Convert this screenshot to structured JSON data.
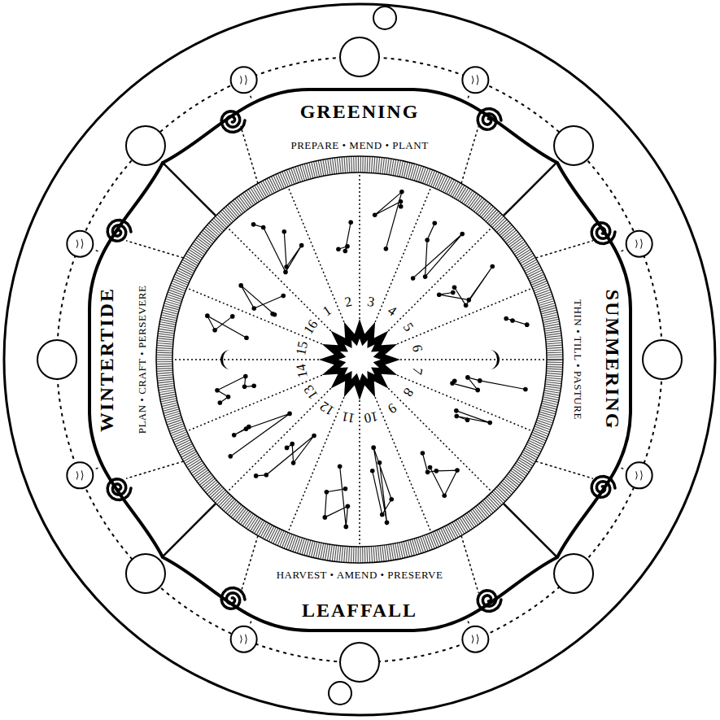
{
  "diagram": {
    "labels": [
      "GREENING",
      "PREPARE • MEND • PLANT",
      "SUMMERING",
      "THIN • TILL • PASTURE",
      "LEAFFALL",
      "HARVEST • AMEND • PRESERVE",
      "WINTERTIDE",
      "PLAN • CRAFT • PERSEVERE",
      "1",
      "2",
      "3",
      "4",
      "5",
      "6",
      "7",
      "8",
      "9",
      "10",
      "11",
      "12",
      "13",
      "14",
      "15",
      "16"
    ]
  }
}
